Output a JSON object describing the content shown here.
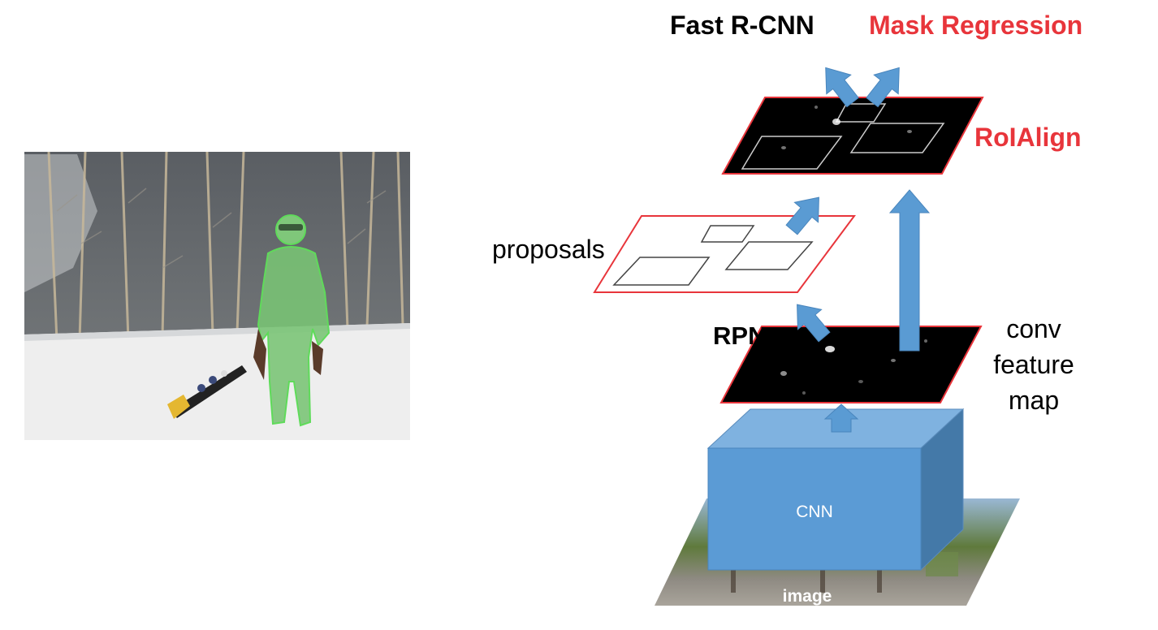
{
  "labels": {
    "fast_rcnn": "Fast R-CNN",
    "mask_regression": "Mask Regression",
    "roialign": "RoIAlign",
    "proposals": "proposals",
    "rpn": "RPN",
    "conv_feature_map": [
      "conv",
      "feature",
      "map"
    ],
    "cnn": "CNN",
    "image": "image"
  },
  "colors": {
    "accent_red": "#e8353b",
    "arrow_blue": "#5a9bd3",
    "box_front": "#5b9bd5",
    "box_top": "#7fb2e0",
    "box_side": "#4479a8",
    "feature_map": "#000000",
    "mask_green": "#6fcf6a",
    "snow": "#eeeeee"
  },
  "illustration": {
    "left_photo": "snowboarder-with-segmentation-mask",
    "bottom_photo": "street-scene-input-image"
  }
}
